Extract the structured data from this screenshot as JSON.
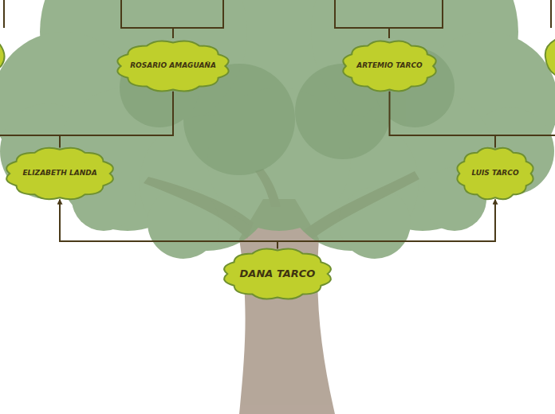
{
  "diagram": {
    "nodes": [
      {
        "text": [
          "ROSARIO AMAGUAÑA"
        ]
      },
      {
        "text": [
          "ARTEMIO TARCO"
        ]
      },
      {
        "text": [
          "ELIZABETH LANDA"
        ]
      },
      {
        "text": [
          "LUIS TARCO"
        ]
      },
      {
        "text": [
          "DANA TARCO"
        ]
      }
    ],
    "edges": [
      {
        "from": 0,
        "to": 2,
        "arrow": "none"
      },
      {
        "from": 1,
        "to": 3,
        "arrow": "none"
      },
      {
        "from": 4,
        "to": 2,
        "arrow": "to"
      },
      {
        "from": 4,
        "to": 3,
        "arrow": "to"
      }
    ]
  }
}
